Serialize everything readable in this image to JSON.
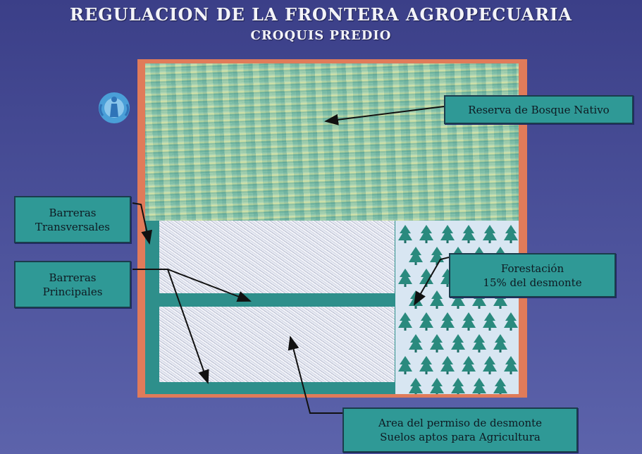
{
  "header": {
    "title": "REGULACION DE LA FRONTERA AGROPECUARIA",
    "subtitle": "CROQUIS PREDIO"
  },
  "labels": {
    "reserve": "Reserva de Bosque Nativo",
    "transversal_line1": "Barreras",
    "transversal_line2": "Transversales",
    "principal_line1": "Barreras",
    "principal_line2": "Principales",
    "foresting_line1": "Forestación",
    "foresting_line2": "15% del desmonte",
    "area_line1": "Area del permiso de desmonte",
    "area_line2": "Suelos aptos para Agricultura"
  },
  "colors": {
    "background": "#4a4f98",
    "plot_border": "#e07b5a",
    "barrier": "#2e8f8b",
    "label_fill": "#2f9996",
    "tree": "#2a8a7e"
  },
  "icons": {
    "logo": "organization-logo-icon"
  }
}
